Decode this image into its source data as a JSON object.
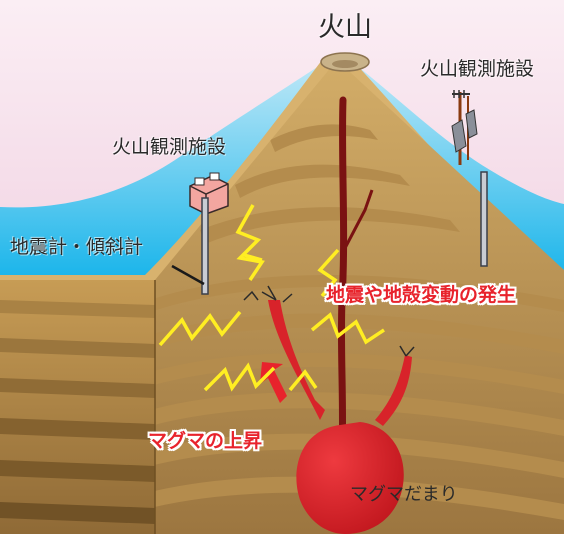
{
  "labels": {
    "volcano": "火山",
    "obs_facility_right": "火山観測施設",
    "obs_facility_left": "火山観測施設",
    "seismometer": "地震計・傾斜計",
    "quake_crustal": "地震や地殻変動の発生",
    "magma_rise": "マグマの上昇",
    "magma_chamber": "マグマだまり"
  },
  "colors": {
    "sky_top": "#f3d8e6",
    "sky_bottom": "#17b4ea",
    "mountain_light": "#d8b26e",
    "mountain_dark": "#8f6a36",
    "strata_band": "#a98244",
    "magma": "#d8232a",
    "conduit": "#7a1212",
    "quake": "#ffee22",
    "label_red": "#e8232c"
  }
}
